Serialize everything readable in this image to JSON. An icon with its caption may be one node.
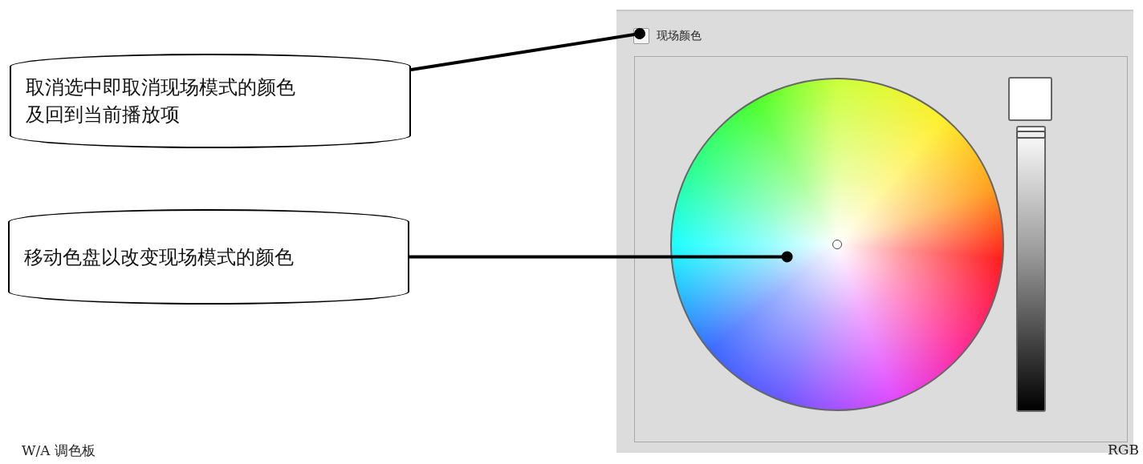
{
  "diagram": {
    "nodes": [
      {
        "text": [
          "取消选中即取消现场模式的颜色及回到当前播放项"
        ]
      },
      {
        "text": [
          "移动色盘以改变现场模式的颜色"
        ]
      },
      {
        "text": [],
        "shape": "box",
        "beside": [
          "现场颜色"
        ]
      },
      {
        "text": [],
        "shape": "circle"
      }
    ],
    "edges": [
      {
        "from": 0,
        "to": 2,
        "arrow": "other"
      },
      {
        "from": 1,
        "to": 3,
        "arrow": "other"
      }
    ],
    "labels": [
      "RGB",
      "W/A 调色板"
    ]
  }
}
